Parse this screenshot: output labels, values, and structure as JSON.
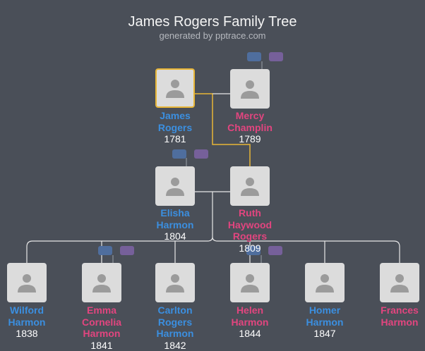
{
  "header": {
    "title": "James Rogers Family Tree",
    "subtitle": "generated by pptrace.com"
  },
  "colors": {
    "background": "#4a4f58",
    "male": "#3b8fe0",
    "female": "#e2457f",
    "selected_border": "#e8b637",
    "connector": "#e8e8e8",
    "couple_connector": "#e8b637"
  },
  "icons": {
    "person": "person-silhouette-icon",
    "spouse_toggle": "spouse-toggle-icon"
  },
  "people": {
    "james": {
      "line1": "James",
      "line2": "Rogers",
      "line3": "",
      "year": "1781"
    },
    "mercy": {
      "line1": "Mercy",
      "line2": "Champlin",
      "line3": "",
      "year": "1789"
    },
    "elisha": {
      "line1": "Elisha",
      "line2": "Harmon",
      "line3": "",
      "year": "1804"
    },
    "ruth": {
      "line1": "Ruth",
      "line2": "Haywood",
      "line3": "Rogers",
      "year": "1809"
    },
    "wilford": {
      "line1": "Wilford",
      "line2": "Harmon",
      "line3": "",
      "year": "1838"
    },
    "emma": {
      "line1": "Emma",
      "line2": "Cornelia",
      "line3": "Harmon",
      "year": "1841"
    },
    "carlton": {
      "line1": "Carlton",
      "line2": "Rogers",
      "line3": "Harmon",
      "year": "1842"
    },
    "helen": {
      "line1": "Helen",
      "line2": "Harmon",
      "line3": "",
      "year": "1844"
    },
    "homer": {
      "line1": "Homer",
      "line2": "Harmon",
      "line3": "",
      "year": "1847"
    },
    "frances": {
      "line1": "Frances",
      "line2": "Harmon",
      "line3": "",
      "year": ""
    }
  }
}
